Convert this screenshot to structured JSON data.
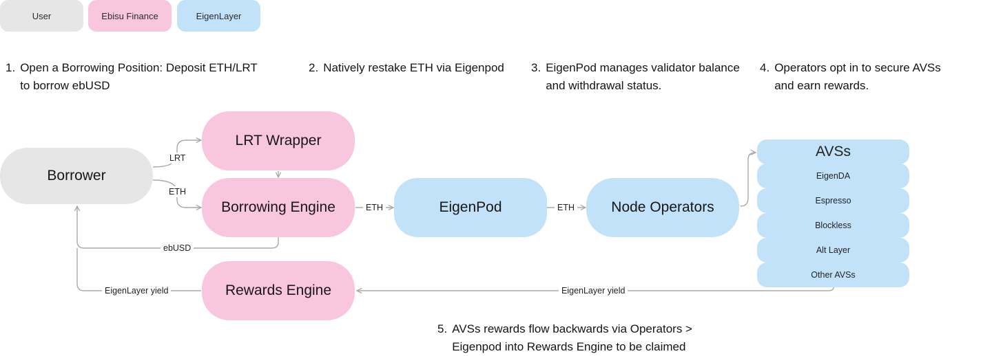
{
  "legend": [
    {
      "label": "User",
      "color": "#e6e6e6"
    },
    {
      "label": "Ebisu Finance",
      "color": "#f9c6e0"
    },
    {
      "label": "EigenLayer",
      "color": "#c2e2f9"
    }
  ],
  "steps": [
    {
      "num": "1.",
      "line1": "Open a Borrowing Position: Deposit ETH/LRT",
      "line2": "to borrow ebUSD"
    },
    {
      "num": "2.",
      "line1": "Natively restake ETH via Eigenpod",
      "line2": ""
    },
    {
      "num": "3.",
      "line1": "EigenPod manages validator balance",
      "line2": "and withdrawal status."
    },
    {
      "num": "4.",
      "line1": "Operators opt in to secure AVSs",
      "line2": "and earn rewards."
    },
    {
      "num": "5.",
      "line1": "AVSs rewards flow backwards via Operators >",
      "line2": "Eigenpod into Rewards Engine to be claimed"
    }
  ],
  "nodes": {
    "borrower": "Borrower",
    "lrt_wrapper": "LRT Wrapper",
    "borrowing_engine": "Borrowing Engine",
    "eigenpod": "EigenPod",
    "node_operators": "Node Operators",
    "rewards_engine": "Rewards Engine"
  },
  "avs": {
    "title": "AVSs",
    "items": [
      "EigenDA",
      "Espresso",
      "Blockless",
      "Alt Layer",
      "Other AVSs"
    ]
  },
  "edge_labels": {
    "lrt": "LRT",
    "eth_borrower": "ETH",
    "eth_to_eigenpod": "ETH",
    "eth_to_operators": "ETH",
    "ebusd": "ebUSD",
    "yield_to_borrower": "EigenLayer yield",
    "yield_to_rewards": "EigenLayer yield"
  },
  "colors": {
    "user": "#e6e6e6",
    "ebisu": "#f9c6e0",
    "eigenlayer": "#c2e2f9",
    "wire": "#a8a8a8"
  }
}
